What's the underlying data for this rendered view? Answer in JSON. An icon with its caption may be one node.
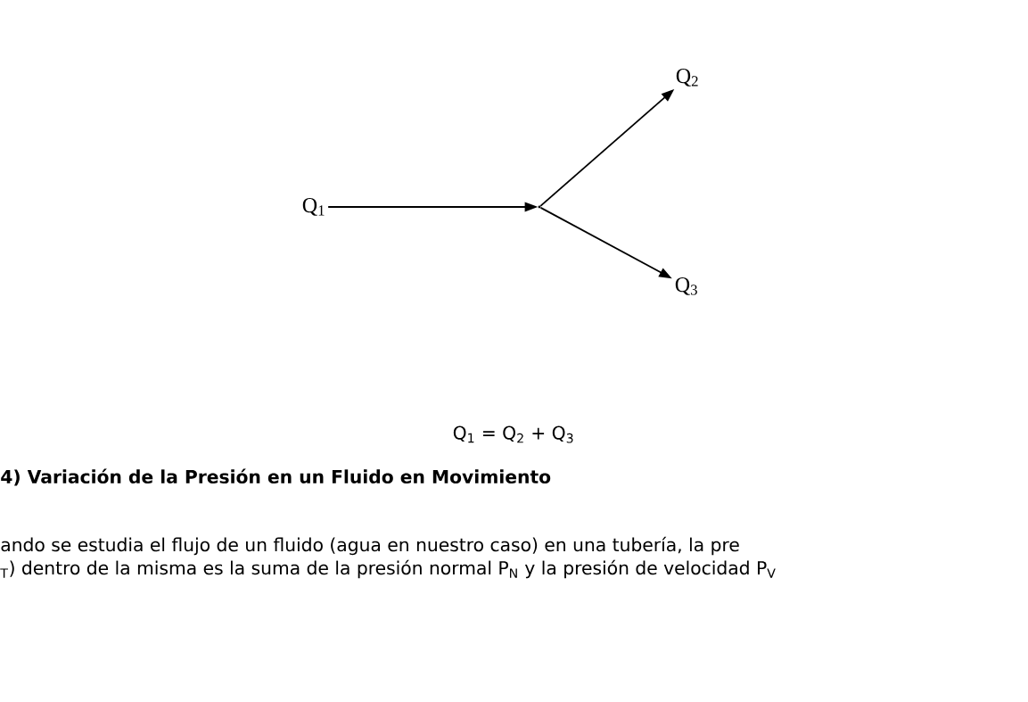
{
  "diagram": {
    "nodes": [
      {
        "text": [
          "Q$_{1}$"
        ]
      },
      {
        "text": [],
        "shape": "point"
      },
      {
        "text": [
          "Q$_{2}$"
        ]
      },
      {
        "text": [
          "Q$_{3}$"
        ]
      }
    ],
    "edges": [
      {
        "from": 0,
        "to": 1,
        "arrow": "to"
      },
      {
        "from": 1,
        "to": 2,
        "arrow": "to"
      },
      {
        "from": 1,
        "to": 3,
        "arrow": "to"
      }
    ],
    "labels": [
      "Q$_{1}$ = Q$_{2}$ + Q$_{3}$",
      "4) Variación de la Presión en un Fluido en Movimiento",
      "ando se estudia el flujo de un fluido (agua en nuestro caso) en una tubería, la pre",
      "$_{T}$) dentro de la misma es la suma de la presión normal P$_{N}$ y la presión de velocidad P$_{V}$"
    ]
  }
}
